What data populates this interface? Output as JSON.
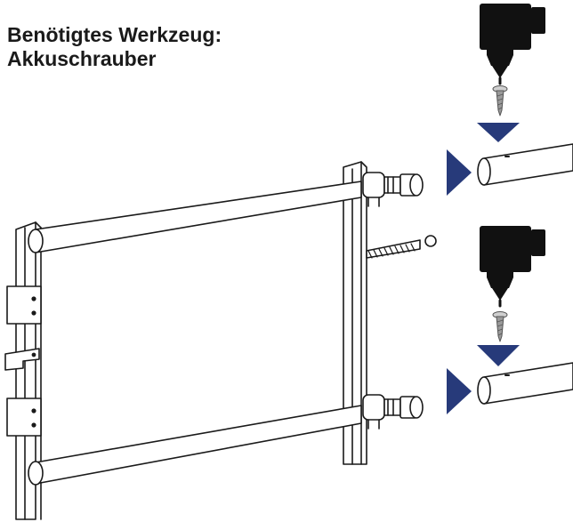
{
  "heading": {
    "line1": "Benötigtes Werkzeug:",
    "line2": "Akkuschrauber"
  },
  "colors": {
    "arrow": "#273a7a",
    "line": "#1a1a1a",
    "drill": "#111111",
    "screw": "#9a9a9a",
    "pin": "#6e6e6e",
    "background": "#ffffff"
  },
  "icons": {
    "tool": "cordless-drill-icon",
    "fastener": "screw-icon",
    "direction_down": "arrow-down-icon",
    "direction_right": "arrow-right-icon"
  },
  "assembly": {
    "tube_count": 2,
    "drill_count": 2
  }
}
